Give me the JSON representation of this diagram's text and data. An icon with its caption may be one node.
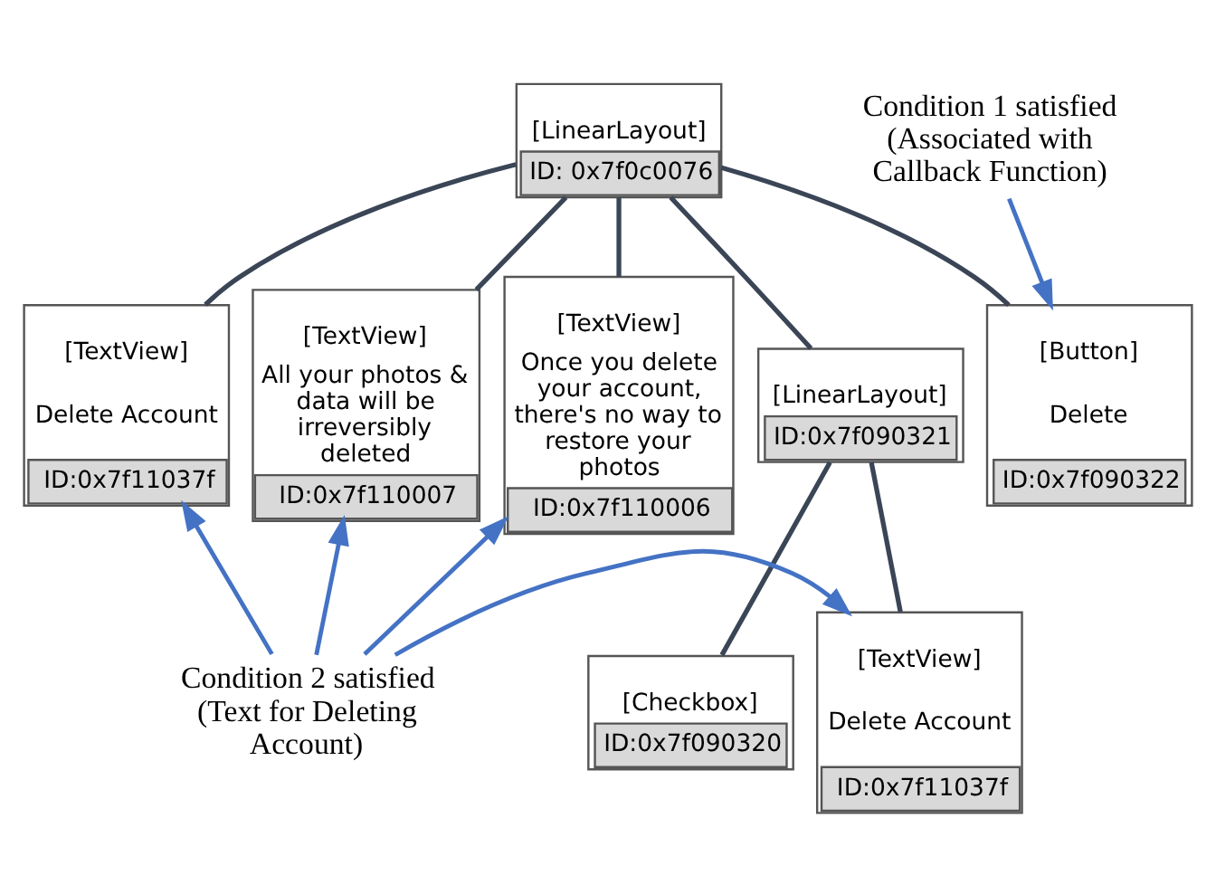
{
  "diagram": {
    "nodes": [
      {
        "text": [
          "[LinearLayout]",
          "ID: 0x7f0c0076"
        ]
      },
      {
        "text": [
          "[TextView]",
          "Delete Account",
          "ID:0x7f11037f"
        ]
      },
      {
        "text": [
          "[TextView]",
          "All your photos & data will be irreversibly deleted",
          "ID:0x7f110007"
        ]
      },
      {
        "text": [
          "[TextView]",
          "Once you delete your account, there's no way to restore your photos",
          "ID:0x7f110006"
        ]
      },
      {
        "text": [
          "[LinearLayout]",
          "ID:0x7f090321"
        ]
      },
      {
        "text": [
          "[Button]",
          "Delete",
          "ID:0x7f090322"
        ]
      },
      {
        "text": [
          "[Checkbox]",
          "ID:0x7f090320"
        ]
      },
      {
        "text": [
          "[TextView]",
          "Delete Account",
          "ID:0x7f11037f"
        ]
      },
      {
        "text": [
          "Condition 1 satisfied (Associated with Callback Function)"
        ]
      },
      {
        "text": [
          "Condition 2 satisfied (Text for Deleting Account)"
        ]
      }
    ],
    "edges": [
      {
        "from": 0,
        "to": 1,
        "arrow": "none"
      },
      {
        "from": 0,
        "to": 2,
        "arrow": "none"
      },
      {
        "from": 0,
        "to": 3,
        "arrow": "none"
      },
      {
        "from": 0,
        "to": 4,
        "arrow": "none"
      },
      {
        "from": 0,
        "to": 5,
        "arrow": "none"
      },
      {
        "from": 4,
        "to": 6,
        "arrow": "none"
      },
      {
        "from": 4,
        "to": 7,
        "arrow": "none"
      },
      {
        "from": 8,
        "to": 5,
        "arrow": "to",
        "color": "#4472c4"
      },
      {
        "from": 9,
        "to": 1,
        "arrow": "to",
        "color": "#4472c4"
      },
      {
        "from": 9,
        "to": 2,
        "arrow": "to",
        "color": "#4472c4"
      },
      {
        "from": 9,
        "to": 3,
        "arrow": "to",
        "color": "#4472c4"
      },
      {
        "from": 9,
        "to": 7,
        "arrow": "to",
        "color": "#4472c4"
      }
    ]
  }
}
